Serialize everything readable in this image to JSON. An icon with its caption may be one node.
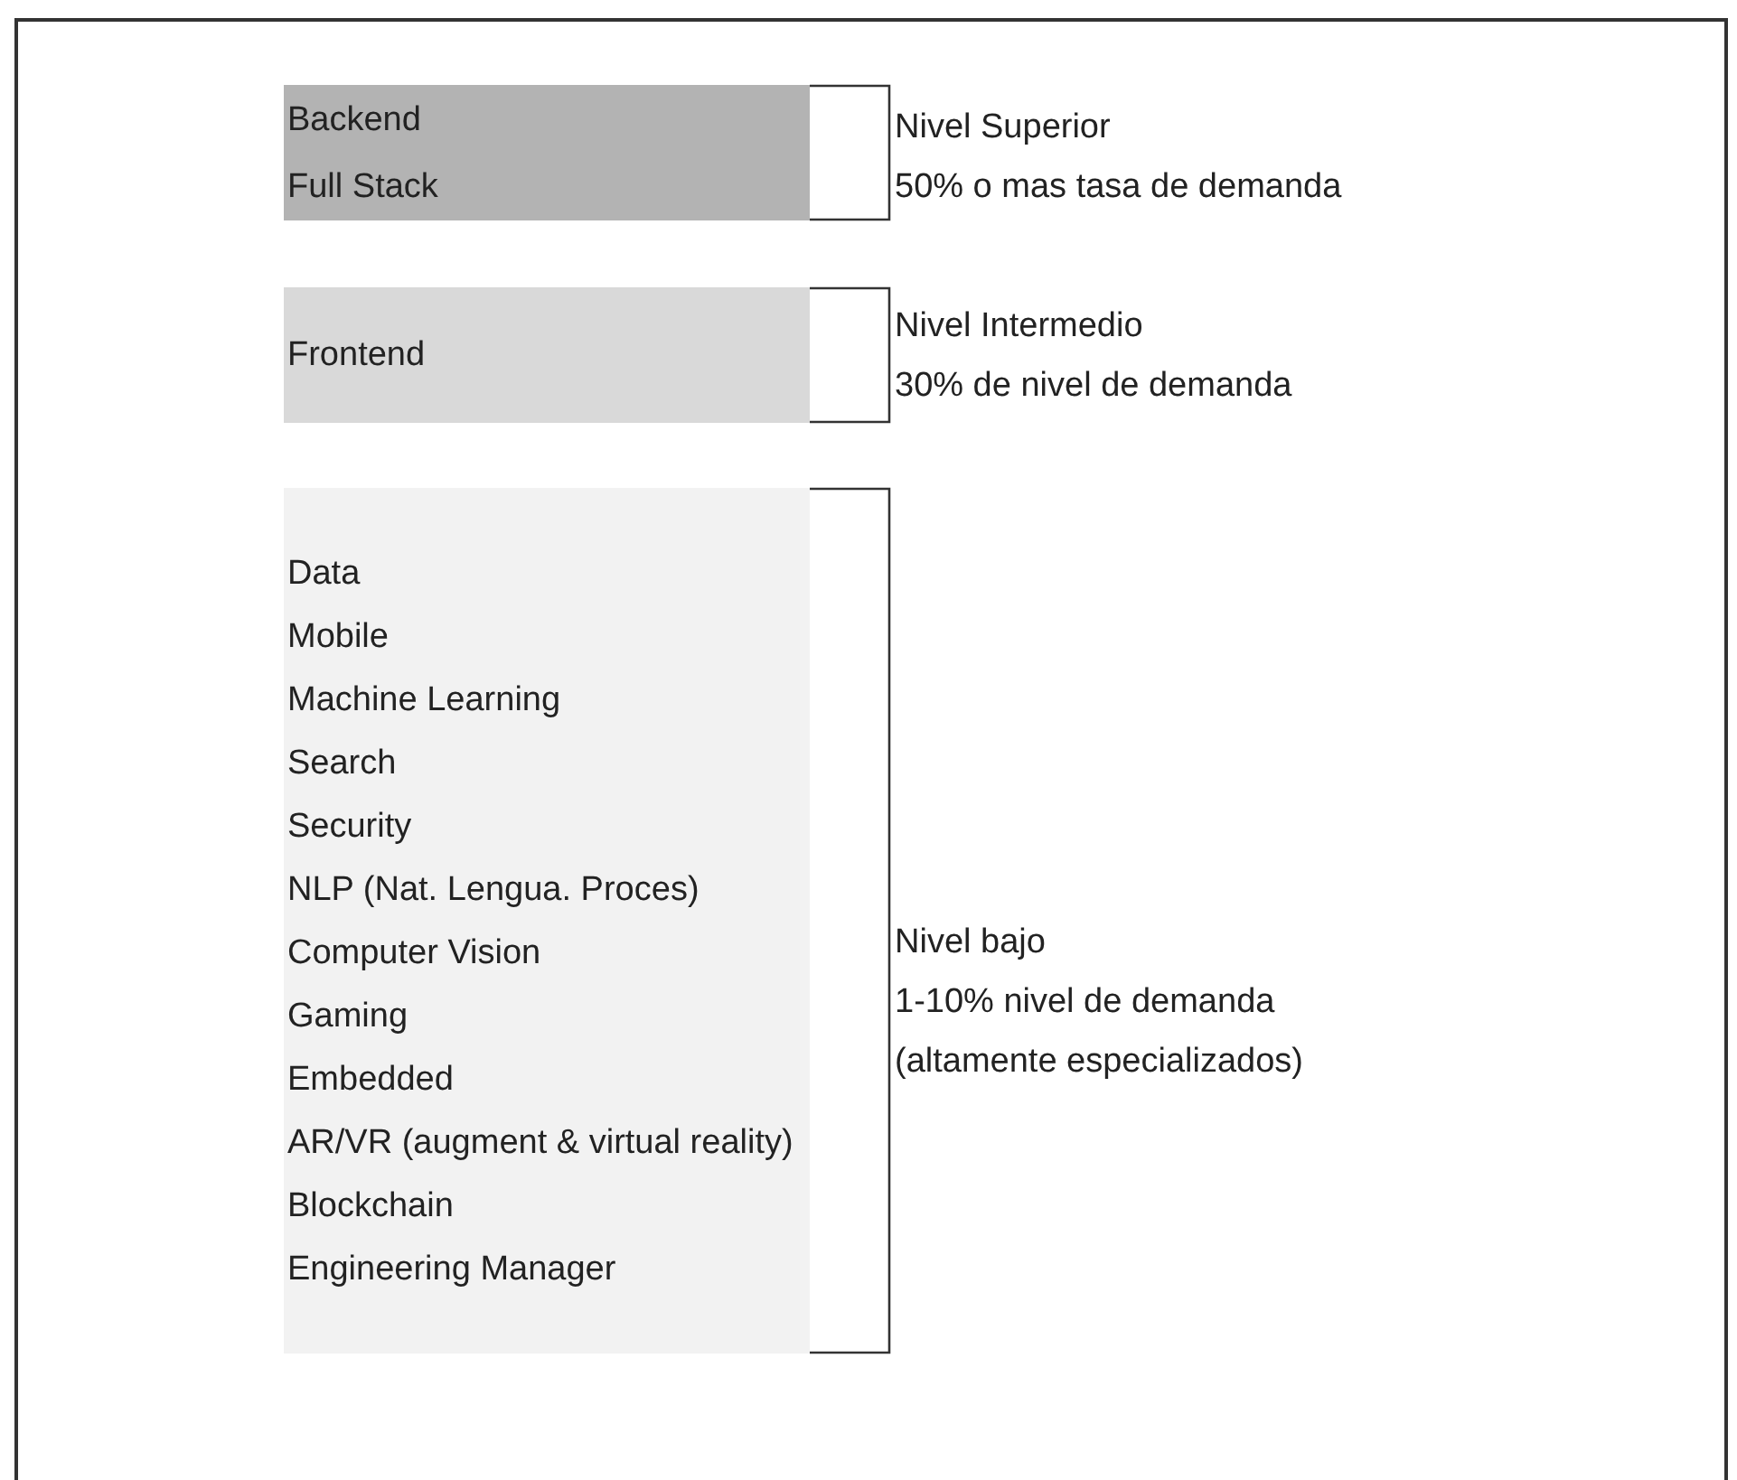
{
  "diagram": {
    "nodes": [
      {
        "text": [
          "Backend",
          "Full Stack"
        ],
        "beside": [
          "Nivel Superior",
          "50% o mas tasa de demanda"
        ]
      },
      {
        "text": [
          "Frontend"
        ],
        "beside": [
          "Nivel Intermedio",
          "30% de nivel de demanda"
        ]
      },
      {
        "text": [
          "Data",
          "Mobile",
          "Machine Learning",
          "Search",
          "Security",
          "NLP (Nat. Lengua. Proces)",
          "Computer Vision",
          "Gaming",
          "Embedded",
          "AR/VR (augment & virtual reality)",
          "Blockchain",
          "Engineering Manager"
        ],
        "beside": [
          "Nivel bajo",
          "1-10% nivel de demanda",
          "(altamente especializados)"
        ]
      }
    ]
  }
}
